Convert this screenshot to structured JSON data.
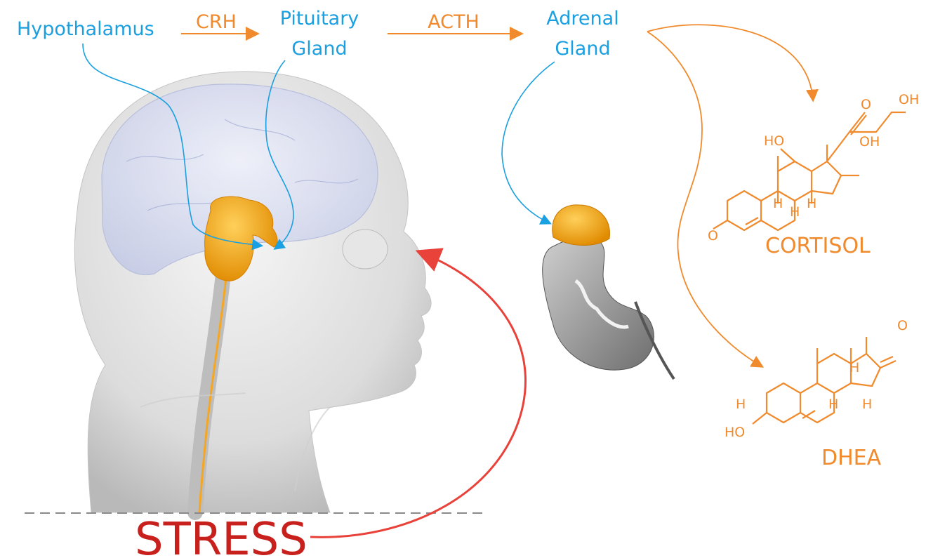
{
  "labels": {
    "hypothalamus": "Hypothalamus",
    "crh": "CRH",
    "pituitary_line1": "Pituitary",
    "pituitary_line2": "Gland",
    "acth": "ACTH",
    "adrenal_line1": "Adrenal",
    "adrenal_line2": "Gland",
    "cortisol": "CORTISOL",
    "dhea": "DHEA",
    "stress": "STRESS"
  },
  "cortisol_atoms": {
    "oh_top": "OH",
    "o_carbonyl": "O",
    "ho": "HO",
    "oh_side": "OH",
    "o_ketone": "O",
    "h1": "H",
    "h2": "H",
    "h3": "H"
  },
  "dhea_atoms": {
    "o_ketone": "O",
    "h_left": "H",
    "ho": "HO",
    "h1": "H",
    "h2": "H",
    "h3": "H"
  },
  "colors": {
    "hormone_blue": "#1a9fe0",
    "hormone_orange": "#f08a2c",
    "stress_red": "#c8201c",
    "gland_gold": "#f5a623",
    "head_gray": "#d8d8d8"
  }
}
